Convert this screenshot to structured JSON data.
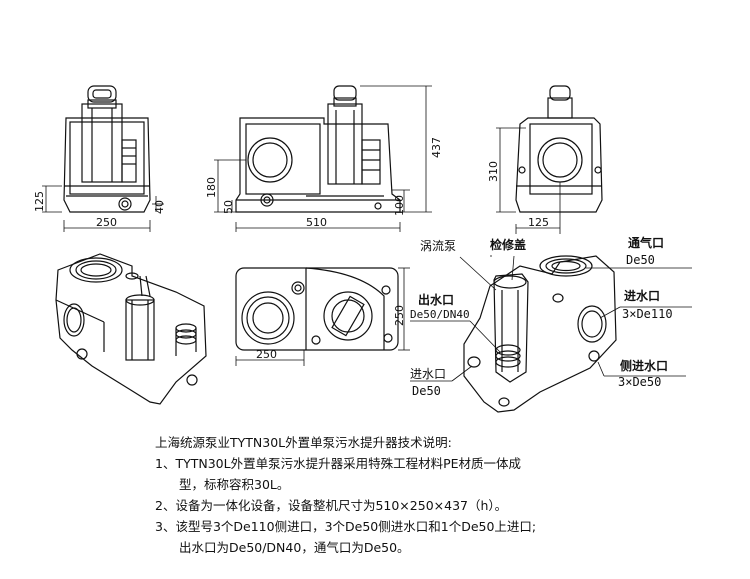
{
  "dimensions": {
    "front_width": "250",
    "front_height": "125",
    "front_inlet_height": "40",
    "main_width": "510",
    "main_height": "437",
    "main_outlet_height": "180",
    "main_bottom_offset": "50",
    "main_inlet_height": "100",
    "side_height": "310",
    "side_width": "125",
    "top_depth": "250",
    "top_width": "250"
  },
  "callouts": {
    "vortex_pump": "涡流泵",
    "inspection_cover": "检修盖",
    "vent_label": "通气口",
    "vent_value": "De50",
    "outlet_label": "出水口",
    "outlet_value": "De50/DN40",
    "inlet_label": "进水口",
    "inlet_value": "3×De110",
    "inlet_small_label": "进水口",
    "inlet_small_value": "De50",
    "side_inlet_label": "侧进水口",
    "side_inlet_value": "3×De50"
  },
  "notes": {
    "title": "上海统源泵业TYTN30L外置单泵污水提升器技术说明:",
    "line1": "1、TYTN30L外置单泵污水提升器采用特殊工程材料PE材质一体成",
    "line1b": "型，标称容积30L。",
    "line2": "2、设备为一体化设备，设备整机尺寸为510×250×437（h）。",
    "line3": "3、该型号3个De110侧进口，3个De50侧进水口和1个De50上进口;",
    "line3b": "出水口为De50/DN40，通气口为De50。"
  }
}
